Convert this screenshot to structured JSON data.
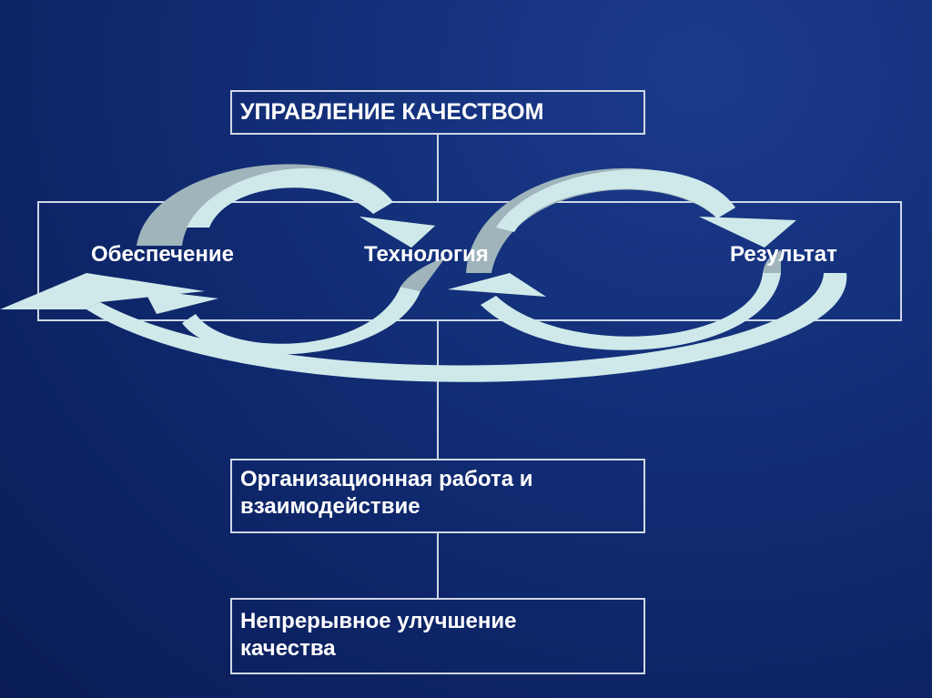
{
  "title": "УПРАВЛЕНИЕ КАЧЕСТВОМ",
  "stages": {
    "provision": "Обеспечение",
    "technology": "Технология",
    "result": "Результат"
  },
  "bottom_boxes": {
    "org_line1": "Организационная работа и",
    "org_line2": "взаимодействие",
    "improve_line1": "Непрерывное улучшение",
    "improve_line2": "качества"
  },
  "colors": {
    "arrow_light": "#cfe9ea",
    "arrow_shade": "#9fb4bb",
    "line": "#d0d8e6"
  }
}
